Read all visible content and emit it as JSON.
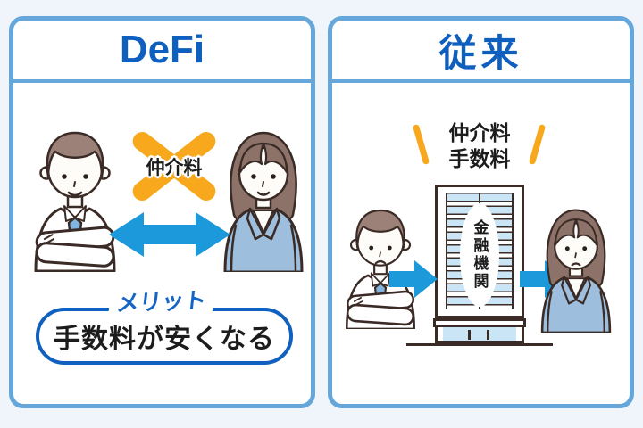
{
  "page": {
    "background": "#EFF5FA"
  },
  "colors": {
    "panel_border": "#66A7DB",
    "title_blue": "#0F5FBE",
    "arrow_blue": "#1B99DB",
    "emphasis_orange": "#F8A81C",
    "text_dark": "#1C1C1C",
    "merit_blue": "#1465C4",
    "pill_border": "#1060BF",
    "window_blue": "#C9E5F6",
    "outline_dark": "#3B2B26",
    "hair_brown": "#9C8178",
    "jacket_blue": "#9DBEDC",
    "tie_blue": "#82B3DF"
  },
  "defi_panel": {
    "title": "DeFi",
    "crossed_out_label": "仲介料",
    "merit_badge": "メリット",
    "merit_text": "手数料が安くなる"
  },
  "traditional_panel": {
    "title": "従来",
    "fee_label_line1": "仲介料",
    "fee_label_line2": "手数料",
    "institution_label": "金融機関"
  },
  "icons": {
    "defi_arrow": "double-headed-arrow",
    "defi_cross": "crossed-out-x-mark",
    "traditional_arrows": "right-arrow",
    "left_people": [
      "man-crossed-arms-smiling",
      "woman-smiling"
    ],
    "right_people": [
      "man-crossed-arms-unhappy",
      "woman-unhappy"
    ],
    "building": "financial-institution-building"
  }
}
